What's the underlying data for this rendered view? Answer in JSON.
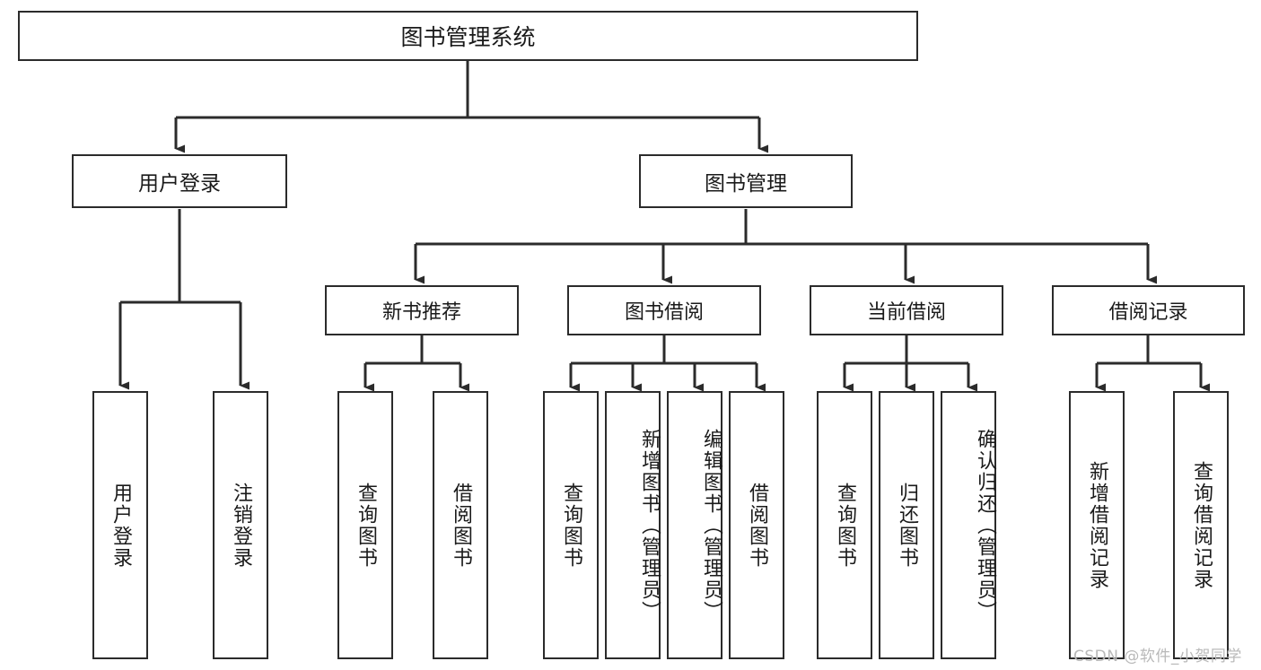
{
  "diagram": {
    "title": "图书管理系统",
    "type": "tree",
    "watermark": "CSDN @软件_小贺同学",
    "line_color": "#2b2b2b",
    "box_fill": "#ffffff",
    "text_color": "#1a1a1a"
  },
  "nodes": {
    "root": {
      "label": "图书管理系统"
    },
    "level1": [
      {
        "label": "用户登录"
      },
      {
        "label": "图书管理"
      }
    ],
    "level2": [
      {
        "label": "新书推荐"
      },
      {
        "label": "图书借阅"
      },
      {
        "label": "当前借阅"
      },
      {
        "label": "借阅记录"
      }
    ],
    "leaves": {
      "user_login": [
        {
          "label": "用户登录"
        },
        {
          "label": "注销登录"
        }
      ],
      "new_book": [
        {
          "label": "查询图书"
        },
        {
          "label": "借阅图书"
        }
      ],
      "book_borrow": [
        {
          "label": "查询图书"
        },
        {
          "label": "新增图书（管理员）"
        },
        {
          "label": "编辑图书（管理员）"
        },
        {
          "label": "借阅图书"
        }
      ],
      "current_borrow": [
        {
          "label": "查询图书"
        },
        {
          "label": "归还图书"
        },
        {
          "label": "确认归还（管理员）"
        }
      ],
      "borrow_record": [
        {
          "label": "新增借阅记录"
        },
        {
          "label": "查询借阅记录"
        }
      ]
    }
  }
}
